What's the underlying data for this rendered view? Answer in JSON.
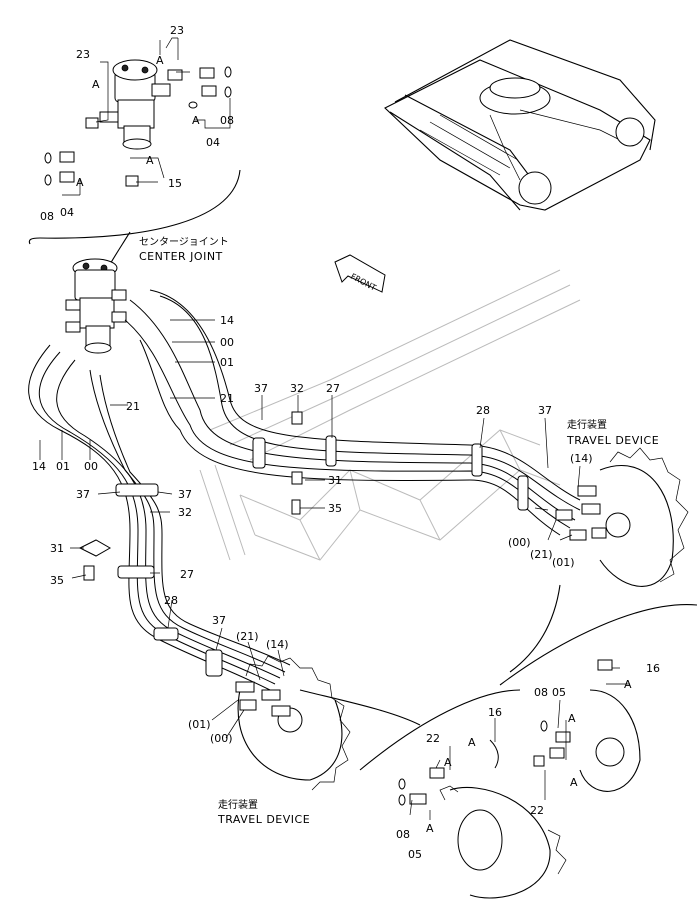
{
  "captions": {
    "center_joint_jp": "センタージョイント",
    "center_joint_en": "CENTER JOINT",
    "travel_upper_jp": "走行装置",
    "travel_upper_en": "TRAVEL DEVICE",
    "travel_lower_jp": "走行装置",
    "travel_lower_en": "TRAVEL DEVICE",
    "front_arrow": "FRONT"
  },
  "part_labels": {
    "p23_left": "23",
    "p23_right": "23",
    "a_1": "A",
    "a_2": "A",
    "a_3": "A",
    "a_4": "A",
    "p08_top": "08",
    "p04_top": "04",
    "p15": "15",
    "p04_bot": "04",
    "p08_bot": "08",
    "p14_r": "14",
    "p00_r": "00",
    "p01_r": "01",
    "p21_top": "21",
    "p21_mid": "21",
    "p14_l": "14",
    "p01_l": "01",
    "p00_l": "00",
    "p37_a": "37",
    "p32_a": "32",
    "p27_a": "27",
    "p31_a": "31",
    "p35_a": "35",
    "p28_a": "28",
    "p37_b": "37",
    "p14_c": "(14)",
    "p00_c": "(00)",
    "p21_c": "(21)",
    "p01_c": "(01)",
    "p37_c": "37",
    "p37_d": "37",
    "p32_b": "32",
    "p31_b": "31",
    "p35_b": "35",
    "p27_b": "27",
    "p28_b": "28",
    "p37_e": "37",
    "p21_d": "(21)",
    "p14_d": "(14)",
    "p01_d": "(01)",
    "p00_d": "(00)",
    "p16_r": "16",
    "p08_r": "08",
    "p05_r": "05",
    "a_r1": "A",
    "a_r2": "A",
    "p22_r": "22",
    "p16_m": "16",
    "a_m1": "A",
    "p22_m": "22",
    "a_m2": "A",
    "p08_m": "08",
    "p05_m": "05",
    "a_m3": "A"
  }
}
